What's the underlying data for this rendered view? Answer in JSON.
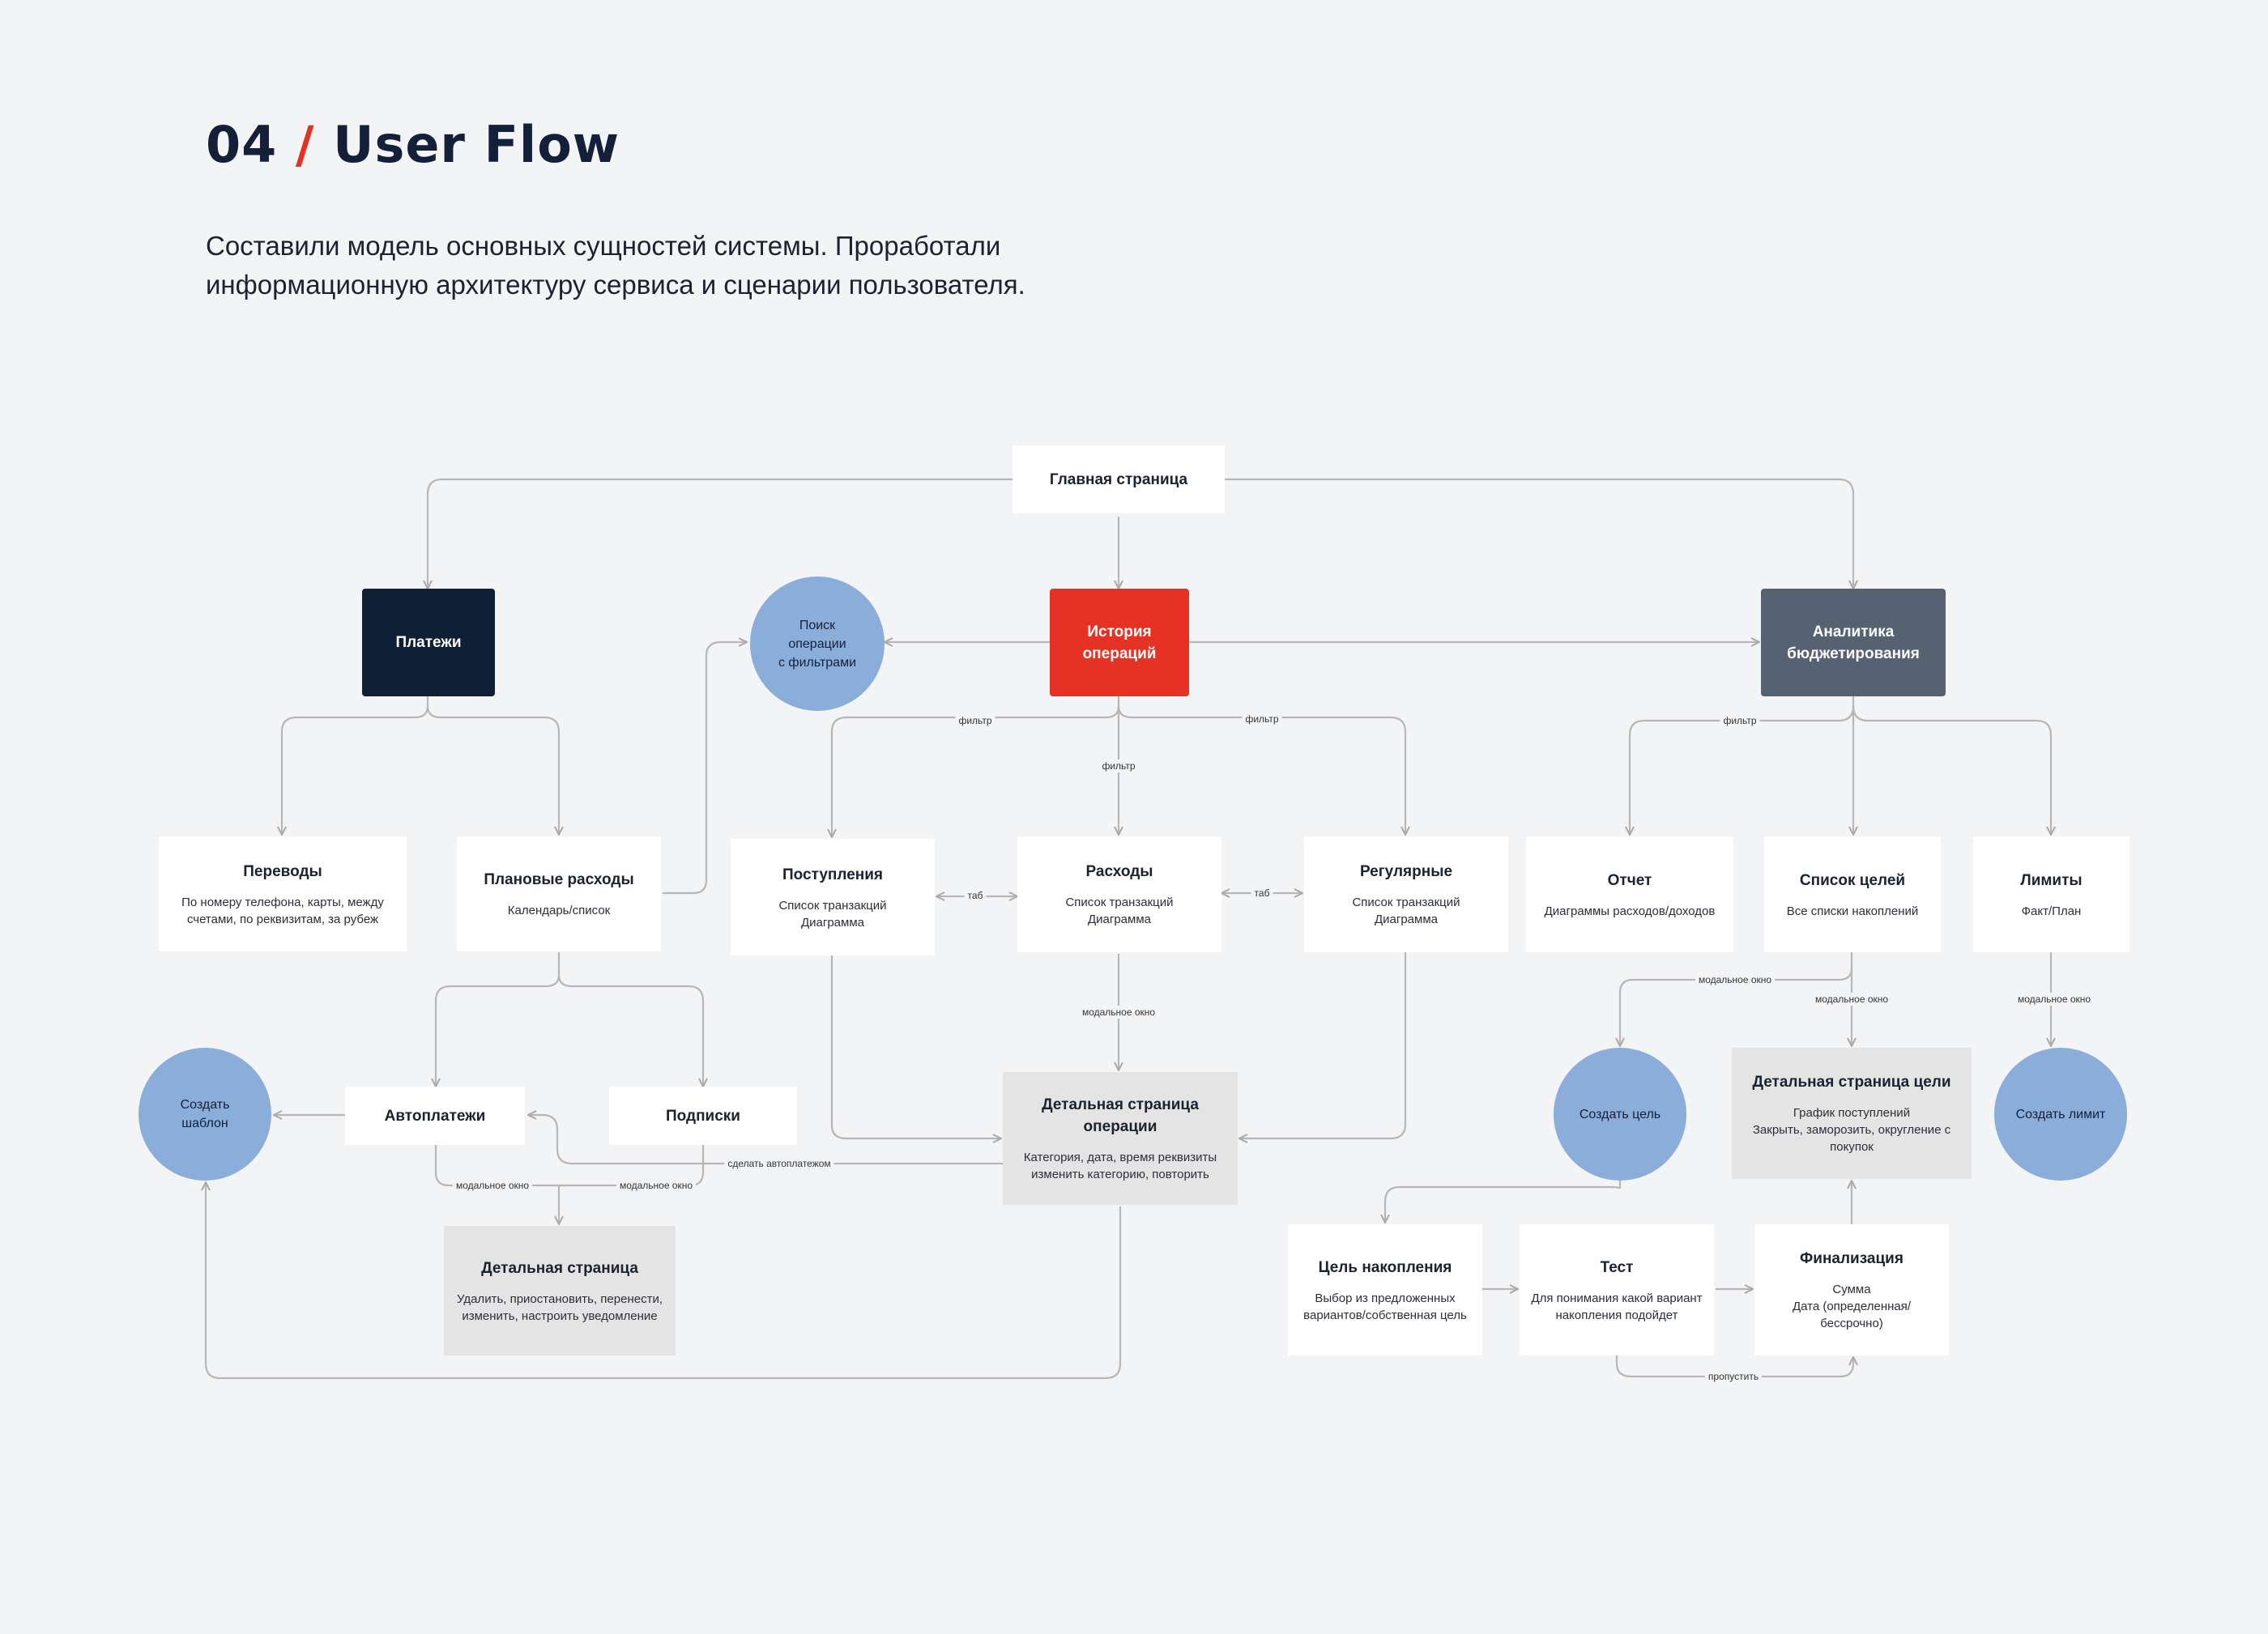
{
  "header": {
    "number": "04",
    "slash": "/",
    "title": "User Flow",
    "intro_line1": "Составили модель основных сущностей системы. Проработали",
    "intro_line2": "информационную архитектуру сервиса и сценарии пользователя."
  },
  "colors": {
    "background": "#f3f4f6",
    "accent_red": "#e53224",
    "dark_navy": "#0e1f36",
    "slate": "#566272",
    "circle_blue": "#8aadda",
    "grey_box": "#e4e4e4",
    "connector": "#b7b7b7"
  },
  "nodes": {
    "main_page": {
      "title": "Главная страница"
    },
    "payments": {
      "title": "Платежи"
    },
    "history": {
      "title": "История\nопераций"
    },
    "analytics": {
      "title": "Аналитика\nбюджетирования"
    },
    "search": {
      "title": "Поиск\nоперации\nс фильтрами"
    },
    "transfers": {
      "title": "Переводы",
      "subtitle": "По номеру телефона, карты, между\nсчетами, по реквизитам, за рубеж"
    },
    "planned": {
      "title": "Плановые расходы",
      "subtitle": "Календарь/список"
    },
    "income": {
      "title": "Поступления",
      "subtitle": "Список транзакций\nДиаграмма"
    },
    "expenses": {
      "title": "Расходы",
      "subtitle": "Список транзакций\nДиаграмма"
    },
    "regular": {
      "title": "Регулярные",
      "subtitle": "Список транзакций\nДиаграмма"
    },
    "report": {
      "title": "Отчет",
      "subtitle": "Диаграммы расходов/доходов"
    },
    "goals": {
      "title": "Список целей",
      "subtitle": "Все списки накоплений"
    },
    "limits": {
      "title": "Лимиты",
      "subtitle": "Факт/План"
    },
    "create_template": {
      "title": "Создать\nшаблон"
    },
    "autopay": {
      "title": "Автоплатежи"
    },
    "subscriptions": {
      "title": "Подписки"
    },
    "operation_detail": {
      "title": "Детальная страница\nоперации",
      "subtitle": "Категория, дата, время реквизиты\nизменить категорию, повторить"
    },
    "detail_page": {
      "title": "Детальная страница",
      "subtitle": "Удалить, приостановить, перенести,\nизменить, настроить уведомление"
    },
    "create_goal": {
      "title": "Создать цель"
    },
    "goal_detail": {
      "title": "Детальная страница цели",
      "subtitle": "График поступлений\nЗакрыть, заморозить, округление с\nпокупок"
    },
    "create_limit": {
      "title": "Создать лимит"
    },
    "saving_goal": {
      "title": "Цель накопления",
      "subtitle": "Выбор из предложенных\nвариантов/собственная цель"
    },
    "test": {
      "title": "Тест",
      "subtitle": "Для понимания какой вариант\nнакопления подойдет"
    },
    "finalization": {
      "title": "Финализация",
      "subtitle": "Сумма\nДата (определенная/\nбессрочно)"
    }
  },
  "edge_labels": {
    "filter": "фильтр",
    "tab": "таб",
    "modal": "модальное окно",
    "make_autopay": "сделать автоплатежом",
    "skip": "пропустить"
  }
}
